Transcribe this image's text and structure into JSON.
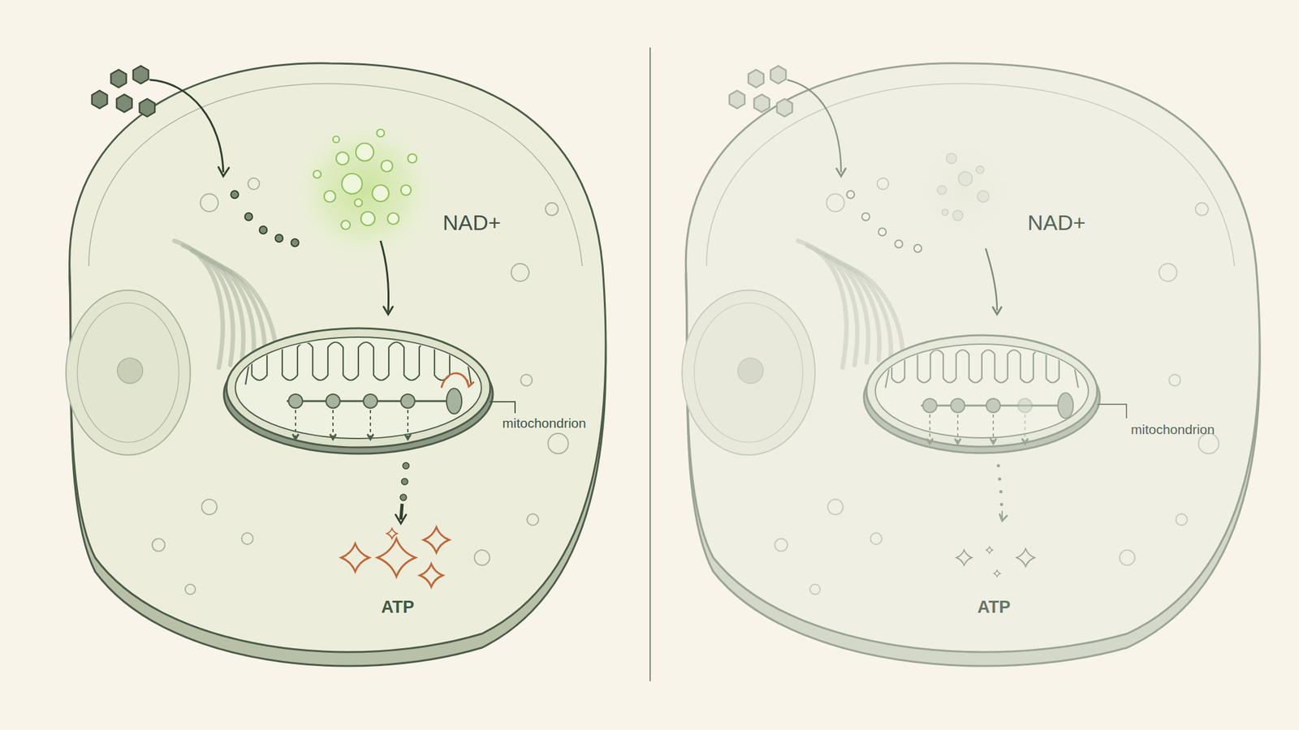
{
  "diagram": {
    "labels": [
      "NAD+",
      "mitochondrion",
      "ATP",
      "NAD+",
      "mitochondrion",
      "ATP"
    ]
  }
}
